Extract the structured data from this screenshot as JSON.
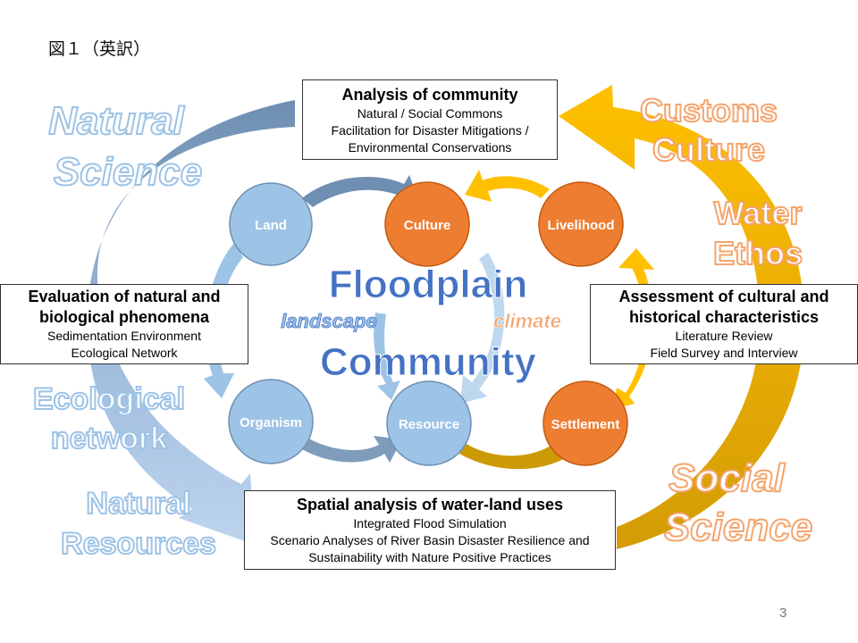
{
  "figure_label": "図１（英訳）",
  "center": {
    "line1": "Floodplain",
    "line2": "Community",
    "left_word": "landscape",
    "right_word": "climate"
  },
  "nodes": {
    "land": "Land",
    "culture": "Culture",
    "livelihood": "Livelihood",
    "organism": "Organism",
    "resource": "Resource",
    "settlement": "Settlement"
  },
  "outer_labels": {
    "natural_science": [
      "Natural",
      "Science"
    ],
    "customs_culture": [
      "Customs",
      "Culture"
    ],
    "water_ethos": [
      "Water",
      "Ethos"
    ],
    "ecological_network": [
      "Ecological",
      "network"
    ],
    "natural_resources": [
      "Natural",
      "Resources"
    ],
    "social_science": [
      "Social",
      "Science"
    ]
  },
  "boxes": {
    "community": {
      "title": "Analysis of community",
      "lines": [
        "Natural / Social Commons",
        "Facilitation for Disaster Mitigations /",
        "Environmental Conservations"
      ]
    },
    "natural": {
      "title_lines": [
        "Evaluation of natural and",
        "biological phenomena"
      ],
      "lines": [
        "Sedimentation Environment",
        "Ecological Network"
      ]
    },
    "cultural": {
      "title_lines": [
        "Assessment of cultural and",
        "historical characteristics"
      ],
      "lines": [
        "Literature Review",
        "Field Survey and Interview"
      ]
    },
    "spatial": {
      "title": "Spatial analysis of water-land uses",
      "lines": [
        "Integrated Flood Simulation",
        "Scenario Analyses of River Basin Disaster Resilience and",
        "Sustainability with Nature Positive Practices"
      ]
    }
  },
  "page_number": "3",
  "colors": {
    "steel_blue": "#7f9cbb",
    "light_blue": "#9dc3e6",
    "node_blue": "#9dc3e6",
    "node_orange": "#ed7d31",
    "gold": "#ffc000",
    "dark_gold": "#cc9a06",
    "center_text": "#4472c4",
    "outer_orange": "#f4a46c"
  }
}
